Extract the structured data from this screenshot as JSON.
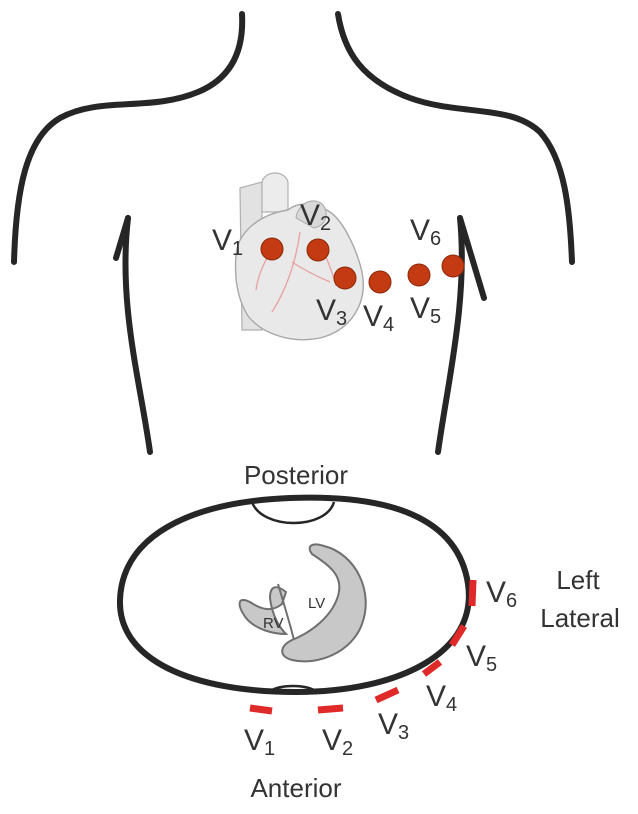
{
  "leads": [
    {
      "id": "v1",
      "letter": "V",
      "num": "1"
    },
    {
      "id": "v2",
      "letter": "V",
      "num": "2"
    },
    {
      "id": "v3",
      "letter": "V",
      "num": "3"
    },
    {
      "id": "v4",
      "letter": "V",
      "num": "4"
    },
    {
      "id": "v5",
      "letter": "V",
      "num": "5"
    },
    {
      "id": "v6",
      "letter": "V",
      "num": "6"
    }
  ],
  "cross_section": {
    "posterior": "Posterior",
    "anterior": "Anterior",
    "left_lateral_line1": "Left",
    "left_lateral_line2": "Lateral",
    "rv": "RV",
    "lv": "LV"
  },
  "colors": {
    "outline": "#262626",
    "electrode": "#c43a12",
    "electrode_strip": "#e02a2a",
    "heart_fill": "#e6e6e6",
    "heart_vessels": "#e8a0a0",
    "ventricle_fill": "#c8c8c8"
  }
}
